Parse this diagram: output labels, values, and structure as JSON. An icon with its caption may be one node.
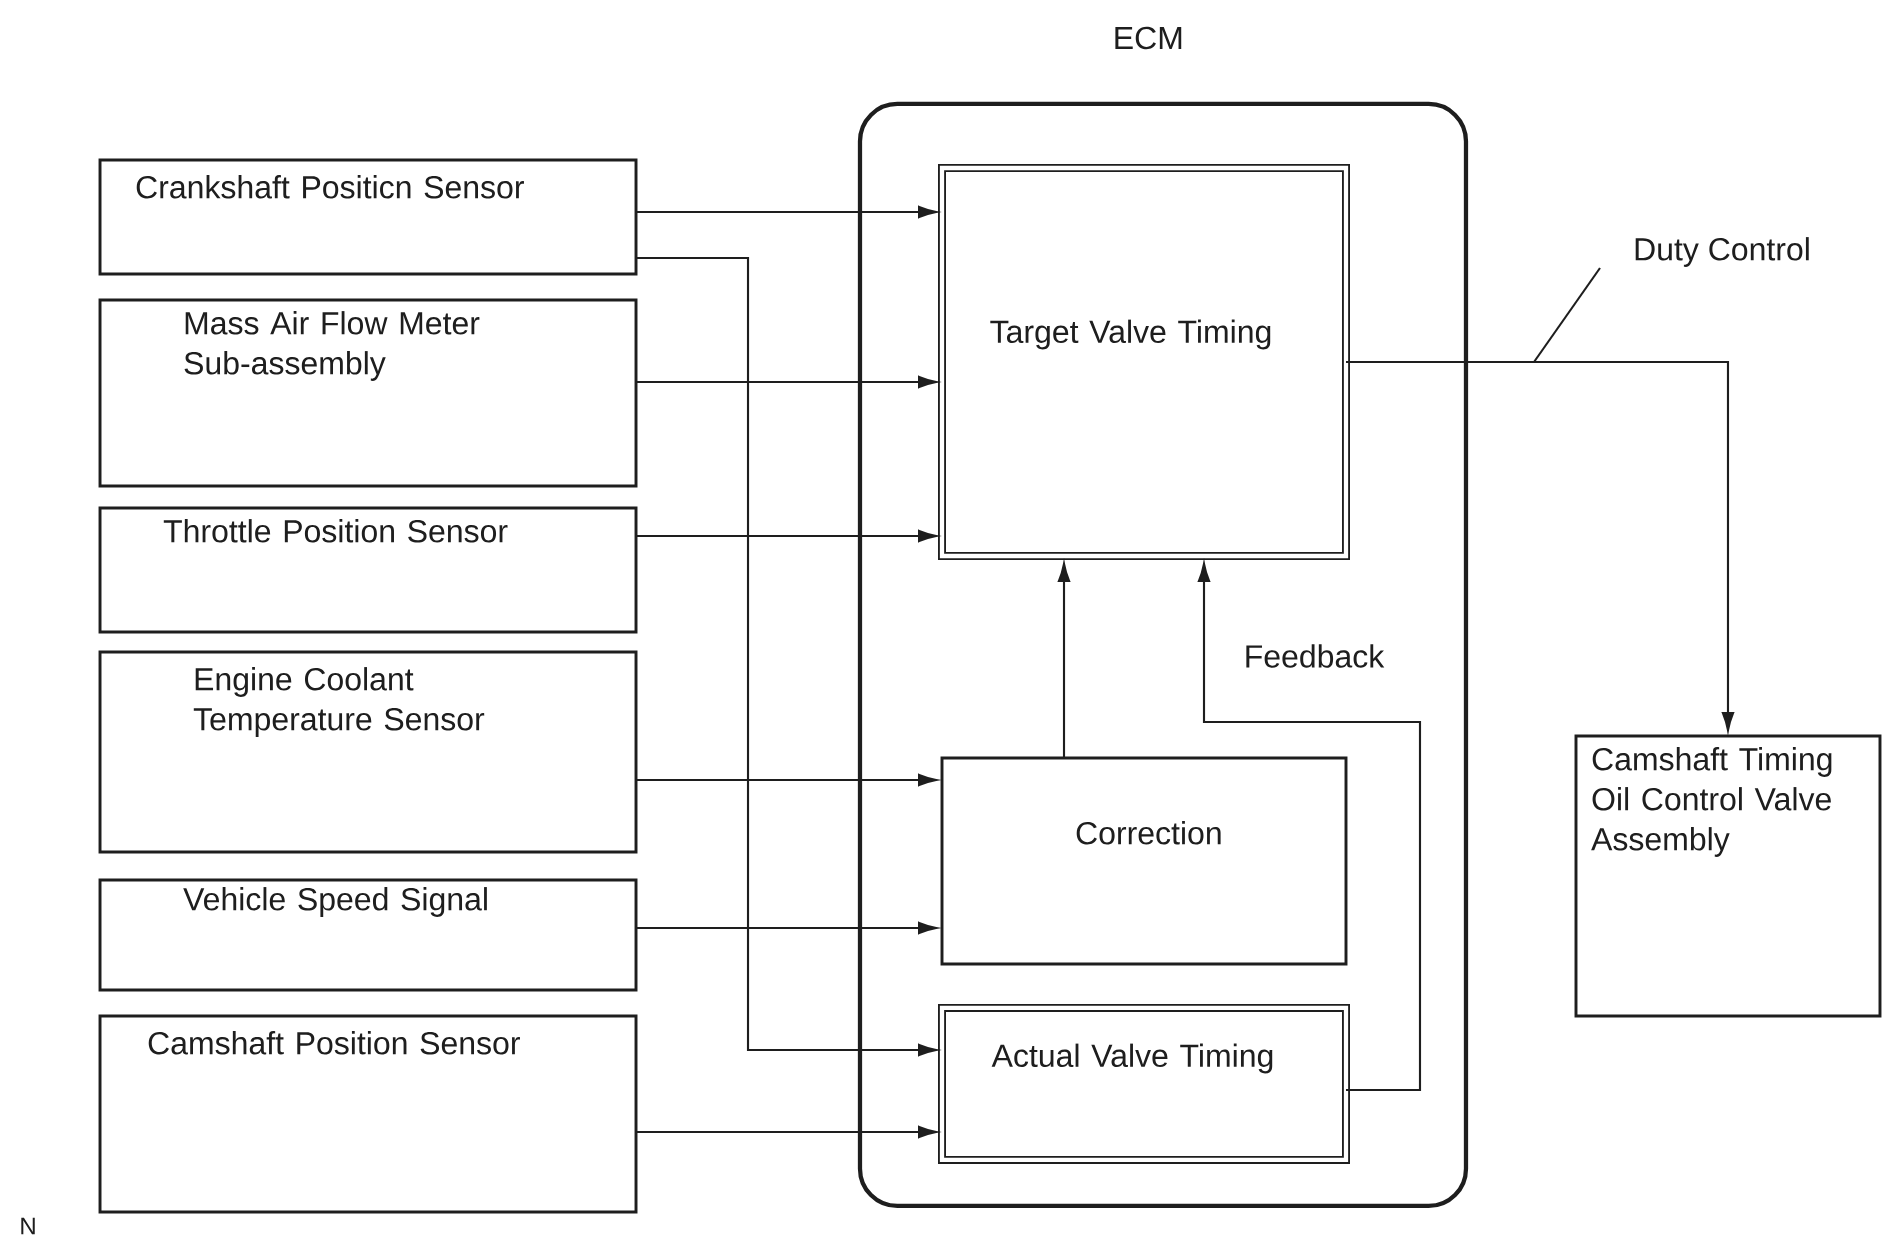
{
  "diagram": {
    "nodes": [
      {
        "text": [
          "ECM"
        ]
      },
      {
        "text": [
          "Crankshaft Positicn Sensor"
        ]
      },
      {
        "text": [
          "Mass Air Flow Meter Sub-assembly"
        ]
      },
      {
        "text": [
          "Throttle Position Sensor"
        ]
      },
      {
        "text": [
          "Engine Coolant Temperature Sensor"
        ]
      },
      {
        "text": [
          "Vehicle Speed Signal"
        ]
      },
      {
        "text": [
          "Camshaft Position Sensor"
        ]
      },
      {
        "text": [
          "Target Valve Timing"
        ],
        "in": 0
      },
      {
        "text": [
          "Correction"
        ],
        "in": 0
      },
      {
        "text": [
          "Actual Valve Timing"
        ],
        "in": 0
      },
      {
        "text": [
          "Camshaft Timing Oil Control Valve Assembly"
        ]
      }
    ],
    "edges": [
      {
        "from": 1,
        "to": 7,
        "arrow": "to"
      },
      {
        "from": 1,
        "to": 9,
        "arrow": "to"
      },
      {
        "from": 2,
        "to": 7,
        "arrow": "to"
      },
      {
        "from": 3,
        "to": 7,
        "arrow": "to"
      },
      {
        "from": 4,
        "to": 8,
        "arrow": "to"
      },
      {
        "from": 5,
        "to": 8,
        "arrow": "to"
      },
      {
        "from": 6,
        "to": 9,
        "arrow": "to"
      },
      {
        "from": 8,
        "to": 7,
        "arrow": "to"
      },
      {
        "from": 9,
        "to": 7,
        "arrow": "to",
        "label": "Feedback"
      },
      {
        "from": 7,
        "to": 10,
        "arrow": "to",
        "label": "Duty Control"
      }
    ],
    "labels": [
      "N"
    ]
  }
}
